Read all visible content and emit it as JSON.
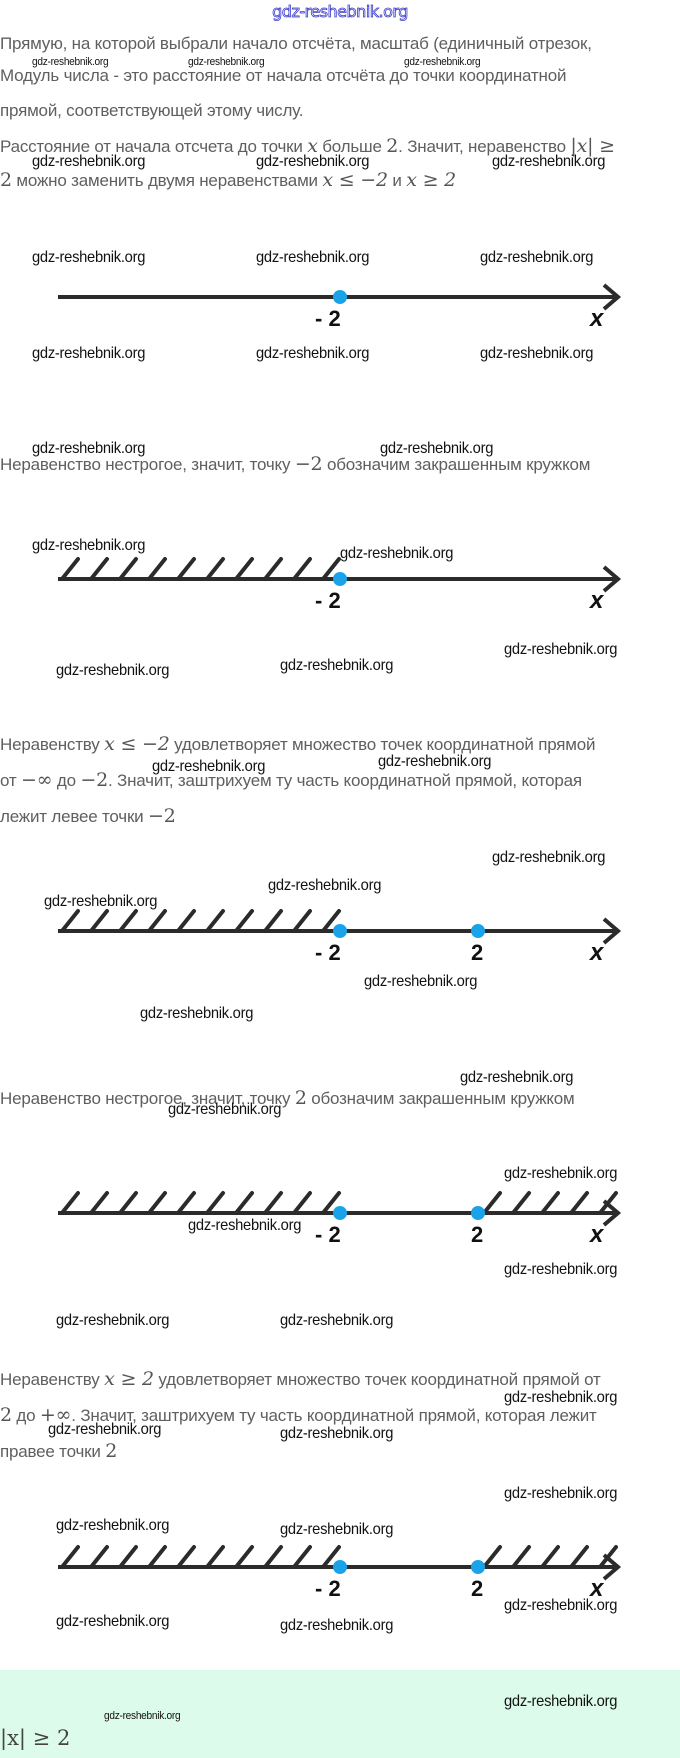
{
  "header": {
    "watermark": "gdz-reshebnik.org"
  },
  "watermark_text": "gdz-reshebnik.org",
  "paragraphs": {
    "p1_line1": "Прямую, на которой выбрали начало отсчёта, масштаб (единичный отрезок,",
    "p1_line2": "Модуль числа - это расстояние от начала отсчёта до точки координатной",
    "p1_line3": "прямой, соответствующей этому числу.",
    "p2_a": "Расстояние от начала отсчета до точки ",
    "p2_var": "x",
    "p2_b": " больше ",
    "p2_num": "2",
    "p2_c": ". Значит, неравенство ",
    "p2_abs": "|x| ≥",
    "p2_line2_num": "2",
    "p2_line2_a": " можно заменить двумя неравенствами ",
    "p2_ineq1": "x ≤ −2",
    "p2_and": " и ",
    "p2_ineq2": "x ≥ 2",
    "p3_a": "Неравенство нестрогое, значит, точку ",
    "p3_num": "−2",
    "p3_b": " обозначим закрашенным кружком",
    "p4_a": "Неравенству ",
    "p4_ineq": "x ≤ −2",
    "p4_b": " удовлетворяет множество точек координатной прямой",
    "p4_line2_a": "от ",
    "p4_inf": "−∞",
    "p4_line2_b": " до ",
    "p4_num": "−2",
    "p4_line2_c": ". Значит, заштрихуем ту часть координатной прямой, которая",
    "p4_line3_a": "лежит левее точки ",
    "p4_line3_num": "−2",
    "p5_a": "Неравенство нестрогое, значит, точку ",
    "p5_num": "2",
    "p5_b": " обозначим закрашенным кружком",
    "p6_a": "Неравенству ",
    "p6_ineq": "x ≥ 2",
    "p6_b": " удовлетворяет множество точек координатной прямой от",
    "p6_line2_num": "2",
    "p6_line2_a": " до ",
    "p6_inf": "+∞",
    "p6_line2_b": ". Значит, заштрихуем ту часть координатной прямой, которая лежит",
    "p6_line3_a": "правее точки ",
    "p6_line3_num": "2"
  },
  "number_lines": [
    {
      "points": [
        "-2"
      ],
      "hatch_left": false,
      "hatch_right": false,
      "axis_label": "x",
      "point_labels": [
        "- 2"
      ]
    },
    {
      "points": [
        "-2"
      ],
      "hatch_left": true,
      "hatch_right": false,
      "axis_label": "x",
      "point_labels": [
        "- 2"
      ]
    },
    {
      "points": [
        "-2",
        "2"
      ],
      "hatch_left": true,
      "hatch_right": false,
      "axis_label": "x",
      "point_labels": [
        "- 2",
        "2"
      ]
    },
    {
      "points": [
        "-2",
        "2"
      ],
      "hatch_left": true,
      "hatch_right": true,
      "axis_label": "x",
      "point_labels": [
        "- 2",
        "2"
      ]
    },
    {
      "points": [
        "-2",
        "2"
      ],
      "hatch_left": true,
      "hatch_right": true,
      "axis_label": "x",
      "point_labels": [
        "- 2",
        "2"
      ]
    }
  ],
  "colors": {
    "point": "#1aa3e8",
    "axis": "#2b2b2b",
    "answer_bg": "#dcfbeb",
    "header_watermark": "#3a3acc"
  },
  "answer": {
    "text": "|x| ≥ 2"
  }
}
